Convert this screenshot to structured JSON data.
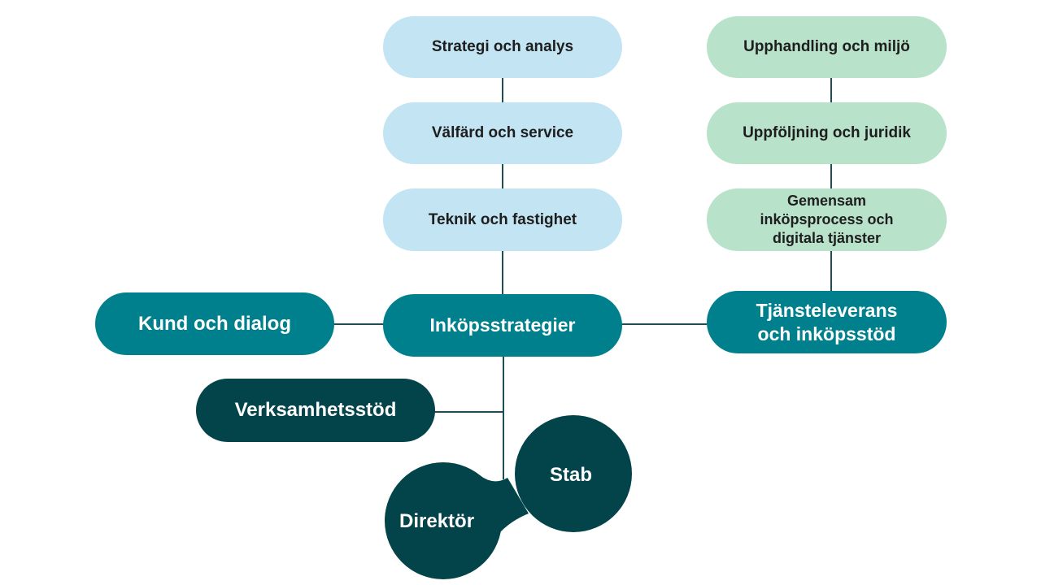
{
  "colors": {
    "light_blue": "#c3e4f2",
    "light_green": "#b9e2cb",
    "mid_teal": "#00808d",
    "dark_teal": "#03444b",
    "line": "#1f4f55"
  },
  "blue_column": [
    "Strategi och analys",
    "Välfärd och service",
    "Teknik och fastighet"
  ],
  "green_column": [
    "Upphandling och miljö",
    "Uppföljning och juridik",
    "Gemensam inköpsprocess och digitala tjänster"
  ],
  "main_row": {
    "left": "Kund och dialog",
    "center": "Inköpsstrategier",
    "right": "Tjänsteleverans och inköpsstöd"
  },
  "support": "Verksamhetsstöd",
  "leadership": {
    "staff": "Stab",
    "director": "Direktör"
  }
}
